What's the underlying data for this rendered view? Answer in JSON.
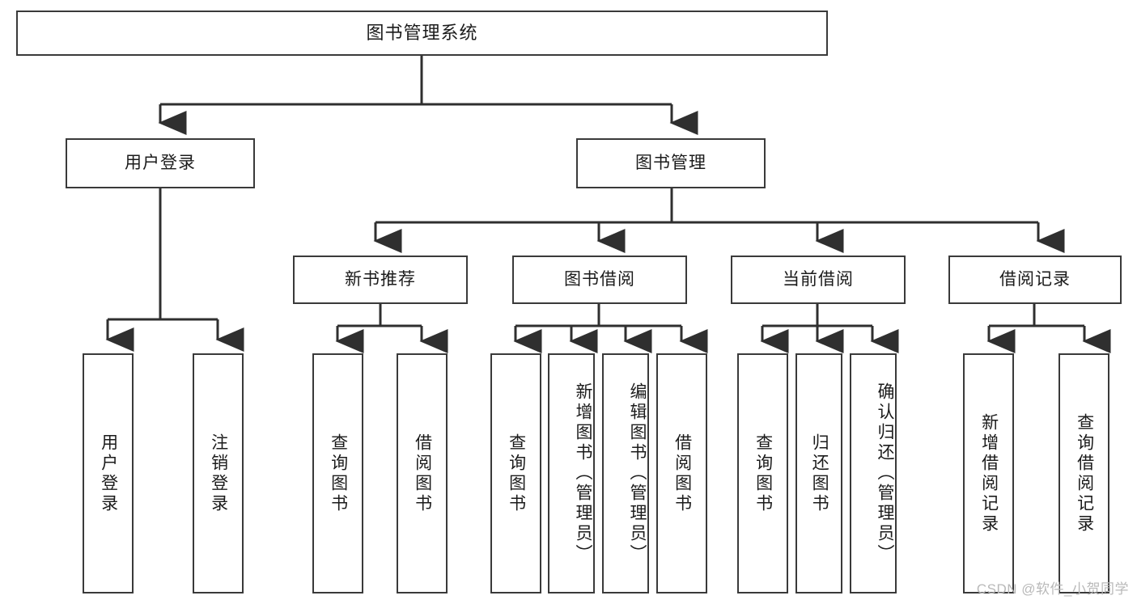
{
  "diagram": {
    "title_node": {
      "label": "图书管理系统"
    },
    "level2": [
      {
        "id": "user-login",
        "label": "用户登录"
      },
      {
        "id": "book-management",
        "label": "图书管理"
      }
    ],
    "level3": [
      {
        "id": "new-book-recommend",
        "label": "新书推荐",
        "parent": "book-management"
      },
      {
        "id": "book-borrow",
        "label": "图书借阅",
        "parent": "book-management"
      },
      {
        "id": "current-borrow",
        "label": "当前借阅",
        "parent": "book-management"
      },
      {
        "id": "borrow-record",
        "label": "借阅记录",
        "parent": "book-management"
      }
    ],
    "leaves": {
      "user_login": [
        {
          "id": "leaf-user-login",
          "label": "用户登录"
        },
        {
          "id": "leaf-logout-login",
          "label": "注销登录"
        }
      ],
      "new_book_recommend": [
        {
          "id": "leaf-query-book-1",
          "label": "查询图书"
        },
        {
          "id": "leaf-borrow-book-1",
          "label": "借阅图书"
        }
      ],
      "book_borrow": [
        {
          "id": "leaf-query-book-2",
          "label": "查询图书"
        },
        {
          "id": "leaf-add-book",
          "label": "新增图书（管理员）"
        },
        {
          "id": "leaf-edit-book",
          "label": "编辑图书（管理员）"
        },
        {
          "id": "leaf-borrow-book-2",
          "label": "借阅图书"
        }
      ],
      "current_borrow": [
        {
          "id": "leaf-query-book-3",
          "label": "查询图书"
        },
        {
          "id": "leaf-return-book",
          "label": "归还图书"
        },
        {
          "id": "leaf-confirm-return",
          "label": "确认归还（管理员）"
        }
      ],
      "borrow_record": [
        {
          "id": "leaf-add-record",
          "label": "新增借阅记录"
        },
        {
          "id": "leaf-query-record",
          "label": "查询借阅记录"
        }
      ]
    }
  },
  "watermark": {
    "text": "CSDN @软件_小贺同学"
  },
  "colors": {
    "border": "#3a3a3a",
    "text": "#1b1b1b",
    "background": "#ffffff",
    "connector": "#2f2f2f",
    "watermark": "#b9b9b9"
  }
}
